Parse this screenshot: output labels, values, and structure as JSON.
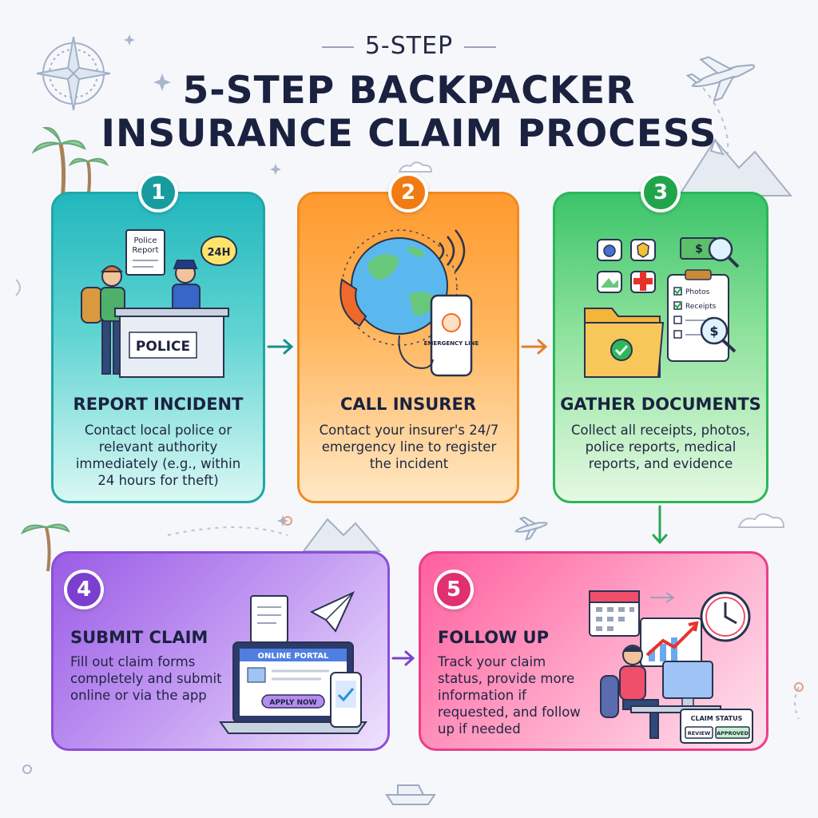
{
  "header": {
    "kicker": "5-STEP",
    "title_line1": "5-STEP BACKPACKER",
    "title_line2": "INSURANCE CLAIM PROCESS"
  },
  "steps": [
    {
      "number": "1",
      "title": "REPORT INCIDENT",
      "description": "Contact local police or relevant authority immediately (e.g., within 24 hours for theft)",
      "illustration": {
        "sign": "POLICE",
        "paper": "Police Report",
        "bubble": "24H"
      }
    },
    {
      "number": "2",
      "title": "CALL INSURER",
      "description": "Contact your insurer's 24/7 emergency line to register the incident",
      "illustration": {
        "phone_screen": "EMERGENCY LINE"
      }
    },
    {
      "number": "3",
      "title": "GATHER DOCUMENTS",
      "description": "Collect all receipts, photos, police reports, medical reports, and evidence",
      "illustration": {
        "checklist_1": "Photos",
        "checklist_2": "Receipts"
      }
    },
    {
      "number": "4",
      "title": "SUBMIT CLAIM",
      "description": "Fill out claim forms completely and submit online or via the app",
      "illustration": {
        "portal": "ONLINE PORTAL",
        "button": "APPLY NOW"
      }
    },
    {
      "number": "5",
      "title": "FOLLOW UP",
      "description": "Track your claim status, provide more information if requested, and follow up if needed",
      "illustration": {
        "status_title": "CLAIM STATUS",
        "status_1": "REVIEW",
        "status_2": "APPROVED"
      }
    }
  ],
  "colors": {
    "step1": "#1fa7a5",
    "step2": "#f08a1f",
    "step3": "#2bb559",
    "step4": "#8a4fd9",
    "step5": "#ea3f8a",
    "title": "#1a2240"
  }
}
